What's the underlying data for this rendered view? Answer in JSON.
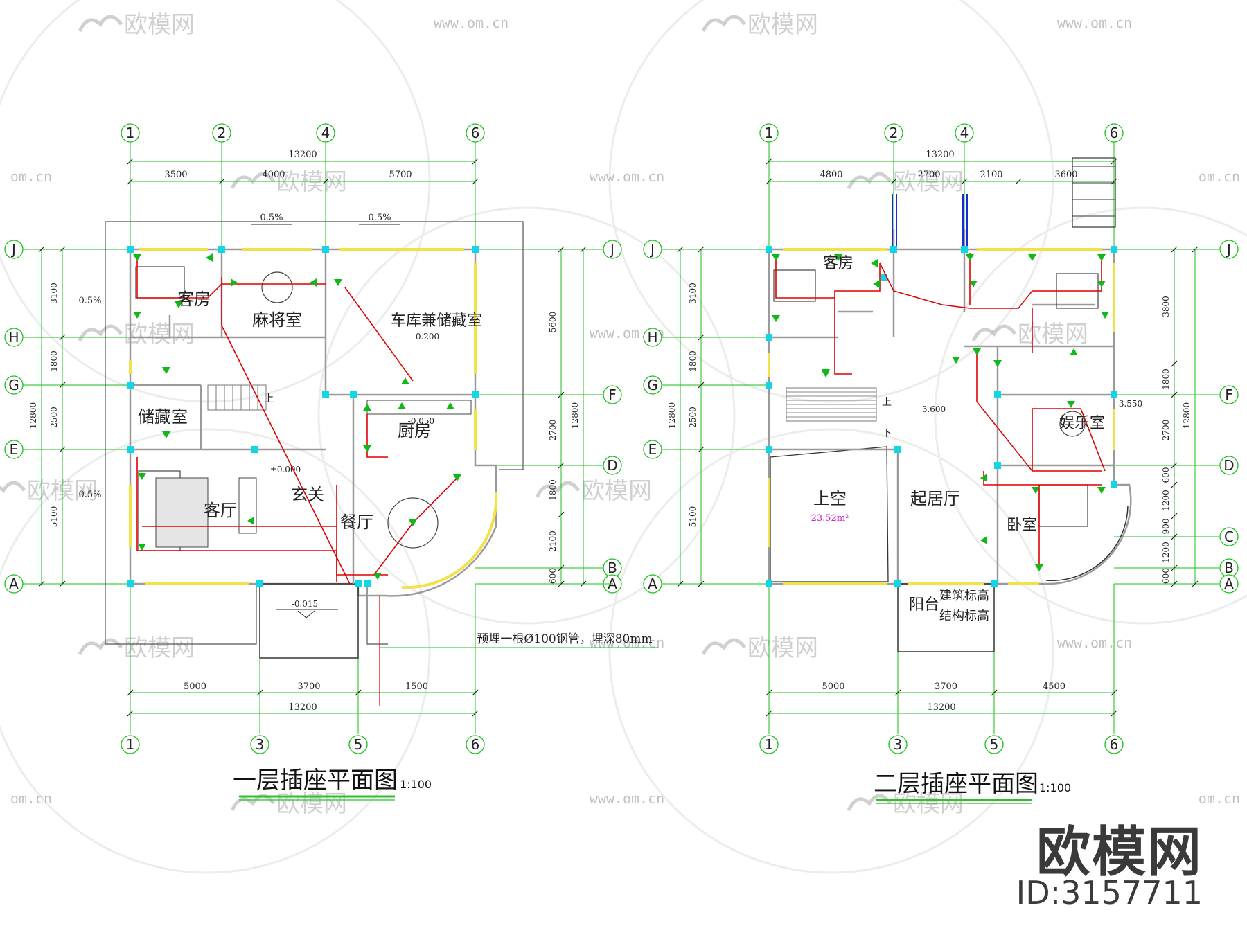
{
  "colors": {
    "grid": "#19c219",
    "wall": "#9a9a9a",
    "column": "#12d6e6",
    "wire": "#e00000",
    "window": "#f2e14a",
    "text": "#222222",
    "outlet": "#12b81a",
    "area": "#d21ad2",
    "pipe": "#1a2bd6"
  },
  "icons": {
    "outlet": "outlet-symbol-icon",
    "watermark": "brand-logo-icon"
  },
  "watermark": {
    "brand": "欧模网",
    "id": "ID:3157711",
    "tile": "欧模网",
    "url": "www.om.cn",
    "short_url": "om.cn"
  },
  "plan1": {
    "title": "一层插座平面图",
    "scale": "1:100",
    "axes_top": [
      "1",
      "2",
      "4",
      "6"
    ],
    "axes_bottom": [
      "1",
      "3",
      "5",
      "6"
    ],
    "axes_side": [
      "J",
      "H",
      "G",
      "F",
      "E",
      "D",
      "B",
      "A"
    ],
    "dims_top": [
      "3500",
      "4000",
      "5700"
    ],
    "dim_total_top": "13200",
    "dims_bottom": [
      "5000",
      "3700",
      "1500"
    ],
    "dim_total_bottom": "13200",
    "dims_left": [
      "3100",
      "1800",
      "2500",
      "5100"
    ],
    "dim_total_left": "12800",
    "dims_right": [
      "5600",
      "2700",
      "1800",
      "2100",
      "600"
    ],
    "dim_total_right": "12800",
    "rooms": [
      "客房",
      "麻将室",
      "车库兼储藏室",
      "储藏室",
      "厨房",
      "客厅",
      "玄关",
      "餐厅"
    ],
    "levels": [
      "0.200",
      "-0.050",
      "±0.000",
      "-0.015"
    ],
    "slopes": [
      "0.5%",
      "0.5%",
      "0.5%",
      "0.5%"
    ],
    "stair": "上",
    "note": "预埋一根Ø100钢管，埋深80mm"
  },
  "plan2": {
    "title": "二层插座平面图",
    "scale": "1:100",
    "axes_top": [
      "1",
      "2",
      "4",
      "6"
    ],
    "axes_bottom": [
      "1",
      "3",
      "5",
      "6"
    ],
    "axes_left": [
      "J",
      "H",
      "G",
      "E",
      "A"
    ],
    "axes_right": [
      "J",
      "F",
      "D",
      "C",
      "B",
      "A"
    ],
    "dims_top": [
      "4800",
      "2700",
      "2100",
      "3600"
    ],
    "dim_total_top": "13200",
    "dims_bottom": [
      "5000",
      "3700",
      "4500"
    ],
    "dim_total_bottom": "13200",
    "dims_left": [
      "3100",
      "1800",
      "2500",
      "5100"
    ],
    "dim_total_left": "12800",
    "dims_right": [
      "3800",
      "1800",
      "2700",
      "600",
      "1200",
      "900",
      "1200",
      "600"
    ],
    "dim_total_right": "12800",
    "rooms": [
      "客房",
      "上空",
      "起居厅",
      "卧室",
      "娱乐室",
      "阳台"
    ],
    "area_label": "23.52m²",
    "levels": [
      "3.600",
      "3.550"
    ],
    "stair_up": "上",
    "stair_down": "下",
    "balcony_note_1": "建筑标高",
    "balcony_note_2": "结构标高"
  }
}
